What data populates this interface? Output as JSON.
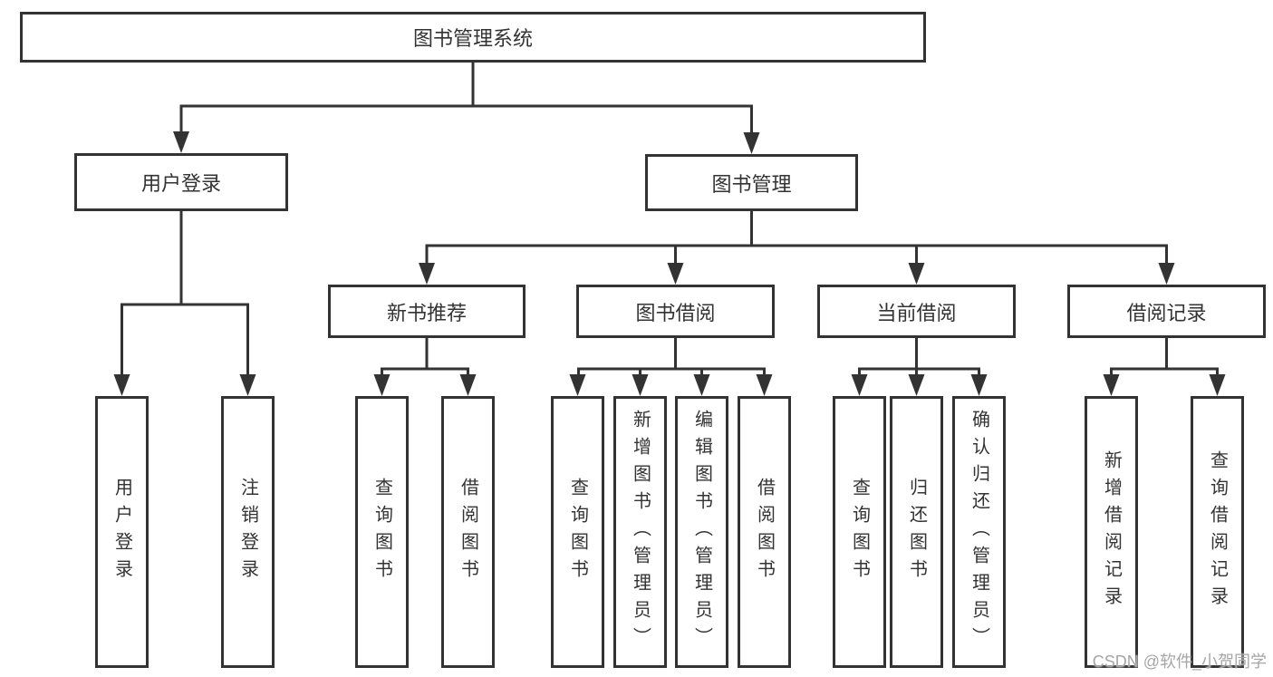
{
  "diagram": {
    "root": {
      "label": "图书管理系统"
    },
    "level2": [
      {
        "label": "用户登录"
      },
      {
        "label": "图书管理"
      }
    ],
    "level3": [
      {
        "label": "新书推荐",
        "parent": "图书管理"
      },
      {
        "label": "图书借阅",
        "parent": "图书管理"
      },
      {
        "label": "当前借阅",
        "parent": "图书管理"
      },
      {
        "label": "借阅记录",
        "parent": "图书管理"
      }
    ],
    "leaves": [
      {
        "label": "用户登录",
        "parent": "用户登录"
      },
      {
        "label": "注销登录",
        "parent": "用户登录"
      },
      {
        "label": "查询图书",
        "parent": "新书推荐"
      },
      {
        "label": "借阅图书",
        "parent": "新书推荐"
      },
      {
        "label": "查询图书",
        "parent": "图书借阅"
      },
      {
        "label": "新增图书（管理员）",
        "parent": "图书借阅"
      },
      {
        "label": "编辑图书（管理员）",
        "parent": "图书借阅"
      },
      {
        "label": "借阅图书",
        "parent": "图书借阅"
      },
      {
        "label": "查询图书",
        "parent": "当前借阅"
      },
      {
        "label": "归还图书",
        "parent": "当前借阅"
      },
      {
        "label": "确认归还（管理员）",
        "parent": "当前借阅"
      },
      {
        "label": "新增借阅记录",
        "parent": "借阅记录"
      },
      {
        "label": "查询借阅记录",
        "parent": "借阅记录"
      }
    ],
    "colors": {
      "line": "#333333",
      "text": "#333333",
      "box_background": "#ffffff",
      "watermark": "#a6a6a6"
    }
  },
  "watermark": {
    "text": "CSDN @软件_小贺同学"
  }
}
